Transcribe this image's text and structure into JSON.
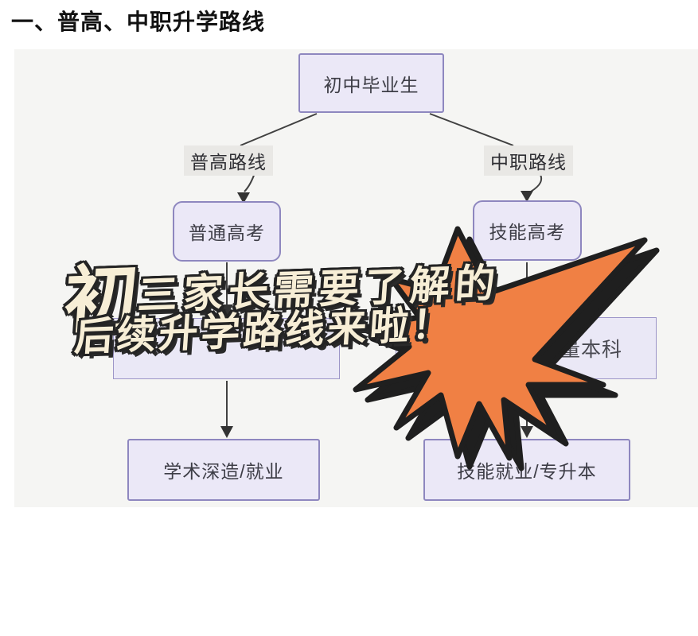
{
  "title": "一、普高、中职升学路线",
  "flowchart": {
    "root": "初中毕业生",
    "branch_left_label": "普高路线",
    "branch_right_label": "中职路线",
    "left_exam": "普通高考",
    "right_exam": "技能高考",
    "right_mid_visible_fragment": "量本科",
    "left_outcome": "学术深造/就业",
    "right_outcome": "技能就业/专升本"
  },
  "overlay": {
    "line1_first_char": "初",
    "line1_rest": "三家长需要了解的",
    "line2": "后续升学路线来啦！"
  },
  "colors": {
    "panel_bg": "#f5f5f3",
    "node_fill": "#ebe8f7",
    "node_border": "#8e87bf",
    "branch_label_bg": "#e9e8e5",
    "connector": "#414141",
    "star_fill": "#f08044",
    "star_outline": "#1f1f1f",
    "overlay_text": "#f7eed6"
  }
}
